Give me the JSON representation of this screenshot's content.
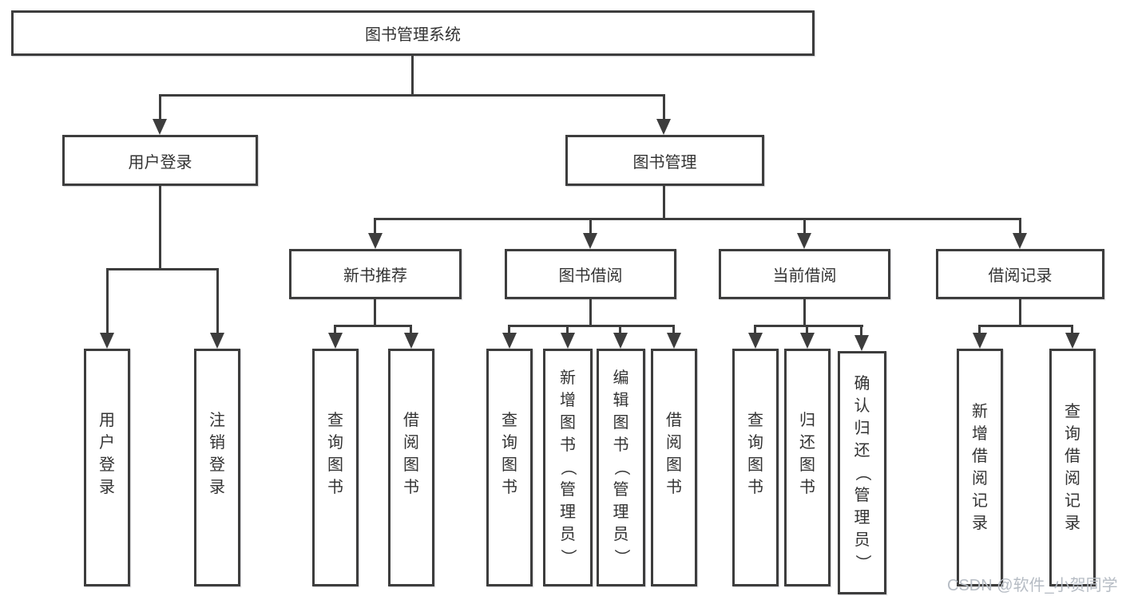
{
  "diagram": {
    "root": {
      "label": "图书管理系统",
      "children": [
        {
          "label": "用户登录",
          "children": [
            {
              "label": "用户登录"
            },
            {
              "label": "注销登录"
            }
          ]
        },
        {
          "label": "图书管理",
          "children": [
            {
              "label": "新书推荐",
              "children": [
                {
                  "label": "查询图书"
                },
                {
                  "label": "借阅图书"
                }
              ]
            },
            {
              "label": "图书借阅",
              "children": [
                {
                  "label": "查询图书"
                },
                {
                  "label": "新增图书（管理员）"
                },
                {
                  "label": "编辑图书（管理员）"
                },
                {
                  "label": "借阅图书"
                }
              ]
            },
            {
              "label": "当前借阅",
              "children": [
                {
                  "label": "查询图书"
                },
                {
                  "label": "归还图书"
                },
                {
                  "label": "确认归还（管理员）"
                }
              ]
            },
            {
              "label": "借阅记录",
              "children": [
                {
                  "label": "新增借阅记录"
                },
                {
                  "label": "查询借阅记录"
                }
              ]
            }
          ]
        }
      ]
    }
  },
  "watermark": {
    "text": "CSDN @软件_小贺同学"
  },
  "colors": {
    "line": "#3d3d3d",
    "box_fill": "#ffffff",
    "text": "#333333",
    "watermark": "#b6bcc4",
    "background": "#ffffff"
  }
}
